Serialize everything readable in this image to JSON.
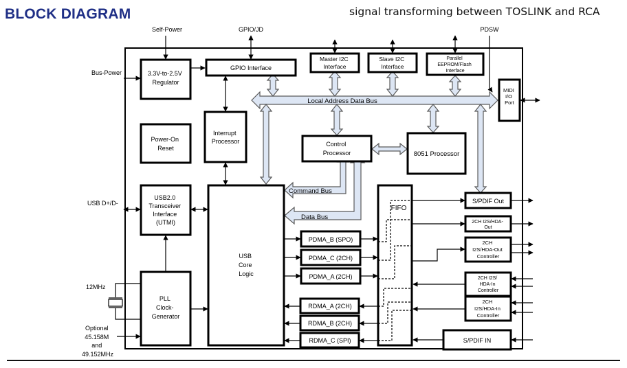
{
  "header": {
    "title": "BLOCK DIAGRAM",
    "subtitle": "signal transforming between TOSLINK and RCA"
  },
  "colors": {
    "title": "#1f2f86",
    "bus_fill": "#dde6f4"
  },
  "external_signals": {
    "self_power": "Self-Power",
    "gpio_jd": "GPIO/JD",
    "pdsw": "PDSW",
    "bus_power": "Bus-Power",
    "usb_dp_dm": "USB D+/D-",
    "mhz12": "12MHz",
    "optional": "Optional",
    "freq1": "45.158M",
    "and": "and",
    "freq2": "49.152MHz"
  },
  "blocks": {
    "regulator": [
      "3.3V-to-2.5V",
      "Regulator"
    ],
    "gpio_interface": "GPIO Interface",
    "master_i2c": [
      "Master I2C",
      "Interface"
    ],
    "slave_i2c": [
      "Slave I2C",
      "Interface"
    ],
    "eeprom": [
      "Parallel",
      "EEPROM/Flash",
      "Interface"
    ],
    "midi": [
      "MIDI",
      "I/O",
      "Port"
    ],
    "power_on_reset": [
      "Power-On",
      "Reset"
    ],
    "interrupt_processor": [
      "Interrupt",
      "Processor"
    ],
    "control_processor": [
      "Control",
      "Processor"
    ],
    "processor_8051": "8051 Processor",
    "usb_transceiver": [
      "USB2.0",
      "Transceiver",
      "Interface",
      "(UTMI)"
    ],
    "usb_core": [
      "USB",
      "Core",
      "Logic"
    ],
    "fifo": "FIFO",
    "pll": [
      "PLL",
      "Clock-",
      "Generator"
    ],
    "spdif_out": "S/PDIF Out",
    "i2s_out_2ch": [
      "2CH I2S/HDA-",
      "Out"
    ],
    "i2s_out_ctrl": [
      "2CH",
      "I2S/HDA-Out",
      "Controller"
    ],
    "i2s_in_ctrl_1": [
      "2CH I2S/",
      "HDA-In",
      "Controller"
    ],
    "i2s_in_ctrl_2": [
      "2CH",
      "I2S/HDA-In",
      "Controller"
    ],
    "spdif_in": "S/PDIF IN",
    "pdma_b": "PDMA_B (SPO)",
    "pdma_c": "PDMA_C (2CH)",
    "pdma_a": "PDMA_A (2CH)",
    "rdma_a": "RDMA_A (2CH)",
    "rdma_b": "RDMA_B (2CH)",
    "rdma_c": "RDMA_C (SPI)"
  },
  "buses": {
    "local_address_data_bus": "Local Address Data Bus",
    "command_bus": "Command Bus",
    "data_bus": "Data Bus"
  }
}
